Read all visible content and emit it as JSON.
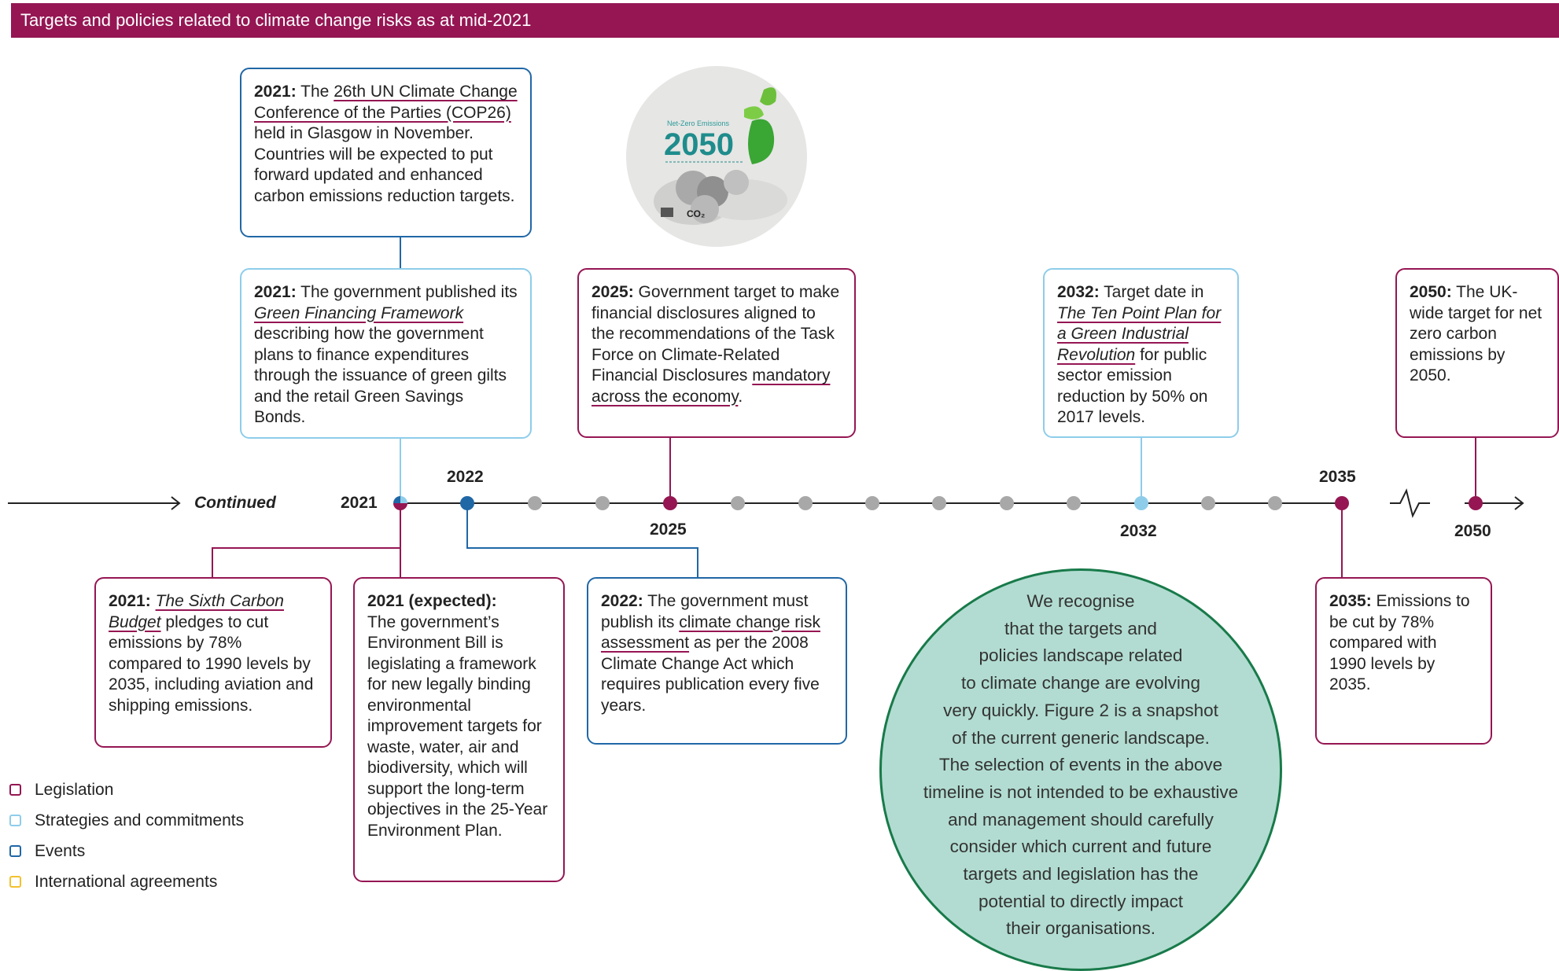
{
  "header": {
    "title": "Targets and policies related to climate change risks as at mid-2021"
  },
  "timeline": {
    "continued_label": "Continued",
    "year_labels": {
      "y2021": "2021",
      "y2022": "2022",
      "y2025": "2025",
      "y2032": "2032",
      "y2035": "2035",
      "y2050": "2050"
    }
  },
  "logo": {
    "caption": "Net-Zero Emissions",
    "year": "2050",
    "gas": "CO₂"
  },
  "boxes": {
    "cop26": {
      "year": "2021:",
      "t1": " The ",
      "link": "26th UN Climate Change Conference of the Parties (COP26)",
      "t2": " held in Glasgow in November. Countries will be expected to put forward updated and enhanced carbon emissions reduction targets."
    },
    "green_financing": {
      "year": "2021:",
      "t1": " The government published its ",
      "link": "Green Financing Framework",
      "t2": " describing how the government plans to finance expenditures through the issuance of green gilts and the retail Green Savings Bonds."
    },
    "tcfd": {
      "year": "2025:",
      "t1": " Government target to make financial disclosures aligned to the recommendations of the Task Force on Climate-Related Financial Disclosures ",
      "link": "mandatory across the economy",
      "t2": "."
    },
    "ten_point": {
      "year": "2032:",
      "t1": " Target date in ",
      "link": "The Ten Point Plan for a Green Industrial Revolution",
      "t2": " for public sector emission reduction by 50% on 2017 levels."
    },
    "uk_2050": {
      "year": "2050:",
      "t1": " The UK-wide target for net zero carbon emissions by 2050."
    },
    "sixth_carbon": {
      "year": "2021:",
      "link": "The Sixth Carbon Budget",
      "t2": " pledges to cut emissions by 78% compared to 1990 levels by 2035, including aviation and shipping emissions."
    },
    "env_bill": {
      "year": "2021 (expected):",
      "t1": "The government’s Environment Bill is legislating a framework for new legally binding environmental improvement targets for waste, water, air and biodiversity, which will support the long-term objectives in the 25-Year Environment Plan."
    },
    "risk_assessment": {
      "year": "2022:",
      "t1": " The government must publish its ",
      "link": "climate change risk assessment",
      "t2": " as per the 2008 Climate Change Act which requires publication every five years."
    },
    "emissions_2035": {
      "year": "2035:",
      "t1": " Emissions to be cut by 78% compared with 1990 levels by 2035."
    }
  },
  "legend": {
    "items": [
      {
        "label": "Legislation",
        "color": "#951653"
      },
      {
        "label": "Strategies and commitments",
        "color": "#8ecdea"
      },
      {
        "label": "Events",
        "color": "#2067a6"
      },
      {
        "label": "International agreements",
        "color": "#f2c12e"
      }
    ]
  },
  "note": {
    "lines": [
      "We recognise",
      "that the targets and",
      "policies landscape related",
      "to climate change are evolving",
      "very quickly. Figure 2 is a snapshot",
      "of the current generic landscape.",
      "The selection of events in the above",
      "timeline is not intended to be exhaustive",
      "and management should carefully",
      "consider which current and future",
      "targets and legislation has the",
      "potential to directly impact",
      "their organisations."
    ]
  },
  "colors": {
    "legislation": "#951653",
    "strategies": "#8ecdea",
    "events": "#2067a6",
    "international": "#f2c12e",
    "header": "#951653",
    "note_fill": "#b2dcd1",
    "note_border": "#187a4a"
  }
}
